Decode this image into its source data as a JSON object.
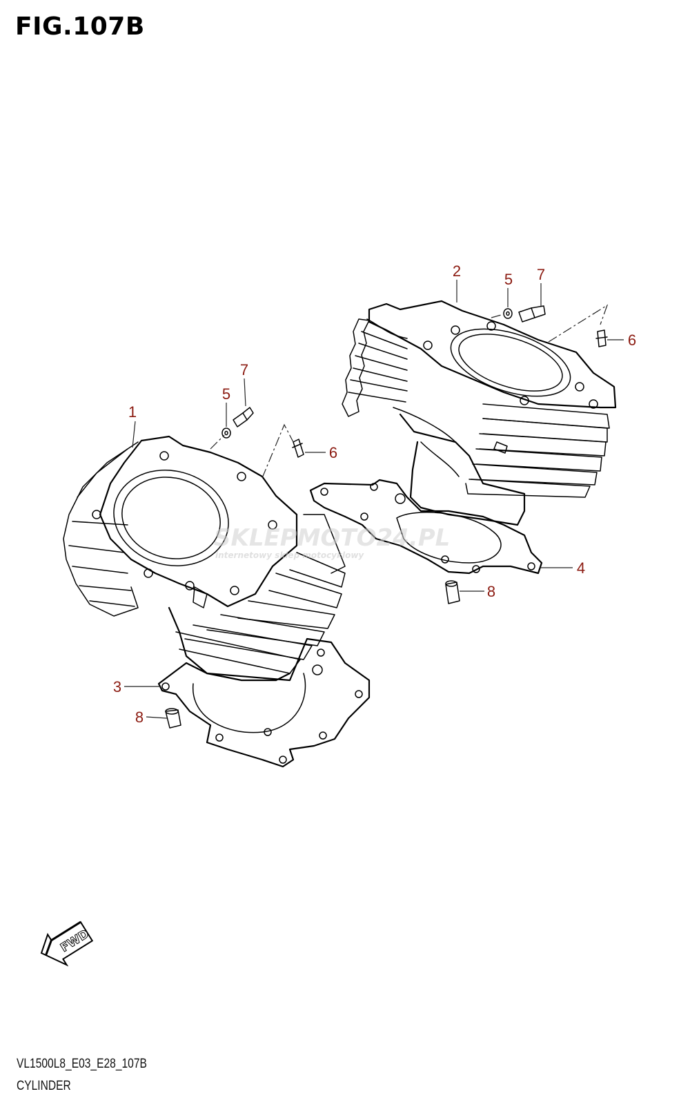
{
  "figure": {
    "title": "FIG.107B",
    "code": "VL1500L8_E03_E28_107B",
    "name": "CYLINDER"
  },
  "callouts": [
    "1",
    "2",
    "3",
    "4",
    "5",
    "6",
    "7",
    "8"
  ],
  "fwd_label": "FWD",
  "watermark": {
    "brand": "SKLEPMOTO24.PL",
    "tagline": "internetowy sklep motocyklowy"
  },
  "colors": {
    "callout": "#8b1a10",
    "line": "#000000",
    "watermark_red": "#e06060",
    "watermark_gray": "#c8c8c8"
  }
}
